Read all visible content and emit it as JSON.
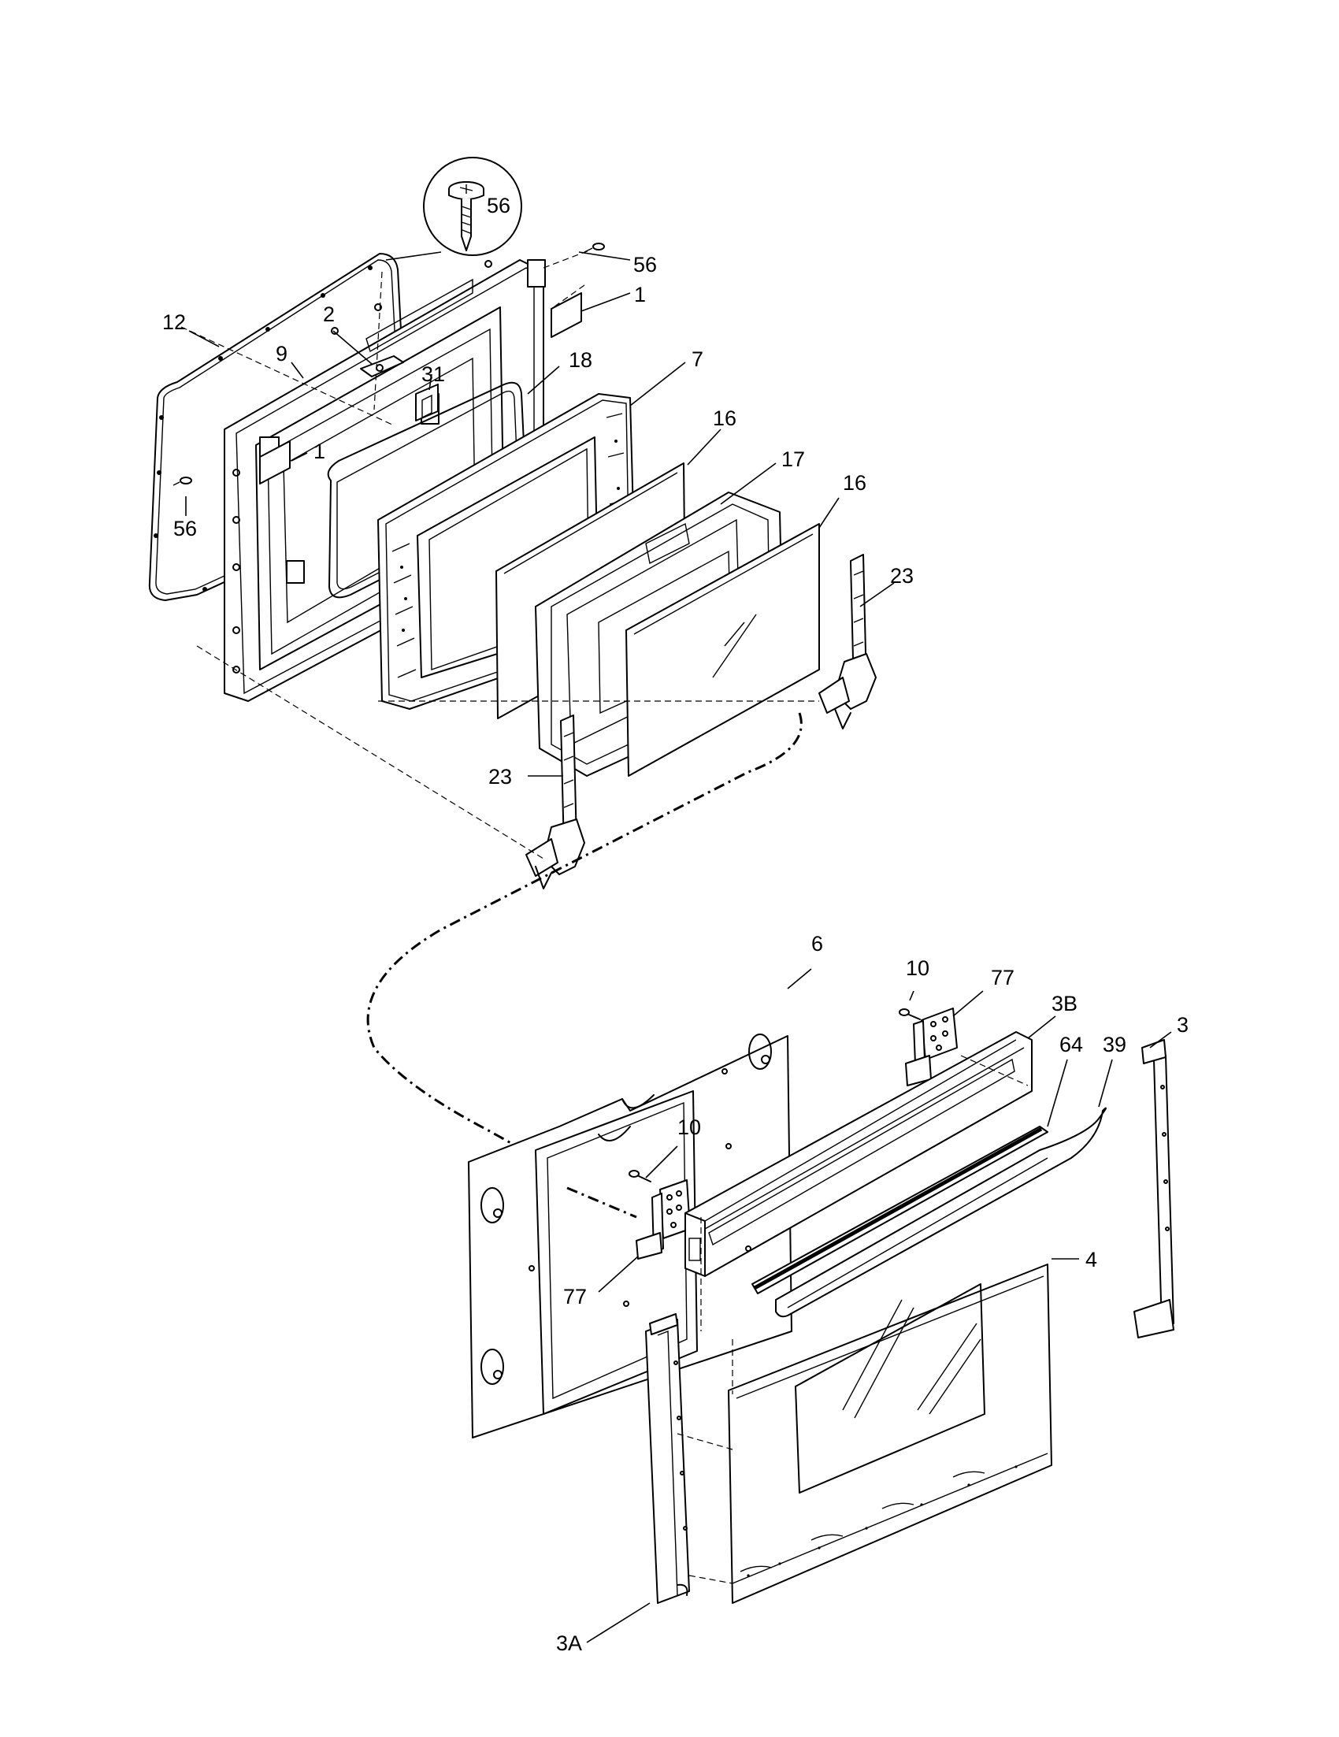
{
  "diagram": {
    "callouts": {
      "c56_detail": "56",
      "c56_top": "56",
      "c1_top": "1",
      "c12": "12",
      "c2": "2",
      "c9": "9",
      "c31": "31",
      "c18": "18",
      "c7": "7",
      "c1_left": "1",
      "c16_a": "16",
      "c17": "17",
      "c16_b": "16",
      "c56_left": "56",
      "c23_right": "23",
      "c23_left": "23",
      "c6": "6",
      "c10_top": "10",
      "c77_top": "77",
      "c3B": "3B",
      "c3": "3",
      "c64": "64",
      "c39": "39",
      "c10_mid": "10",
      "c4": "4",
      "c77_bottom": "77",
      "c3A": "3A"
    }
  }
}
